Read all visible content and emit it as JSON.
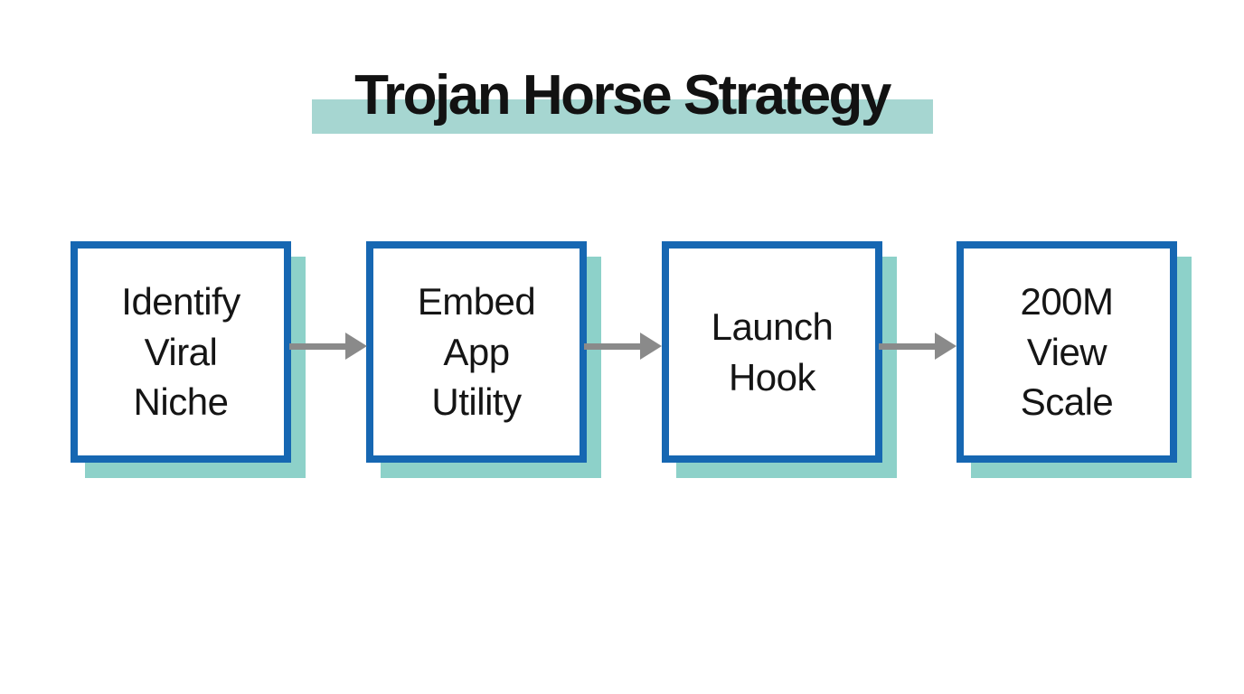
{
  "title": {
    "text": "Trojan Horse Strategy"
  },
  "flow": {
    "steps": [
      {
        "label": "Identify Viral Niche",
        "lines": [
          "Identify",
          "Viral",
          "Niche"
        ]
      },
      {
        "label": "Embed App Utility",
        "lines": [
          "Embed",
          "App",
          "Utility"
        ]
      },
      {
        "label": "Launch Hook",
        "lines": [
          "Launch",
          "Hook"
        ]
      },
      {
        "label": "200M View Scale",
        "lines": [
          "200M",
          "View",
          "Scale"
        ]
      }
    ],
    "connector_count": 3,
    "connector_direction": "right"
  },
  "colors": {
    "background": "#ffffff",
    "title_text": "#121212",
    "title_highlight": "#a6d6d1",
    "box_border": "#1667b2",
    "box_fill": "#ffffff",
    "box_shadow": "#8dd1c9",
    "box_text": "#151515",
    "arrow": "#8a8a8a"
  }
}
